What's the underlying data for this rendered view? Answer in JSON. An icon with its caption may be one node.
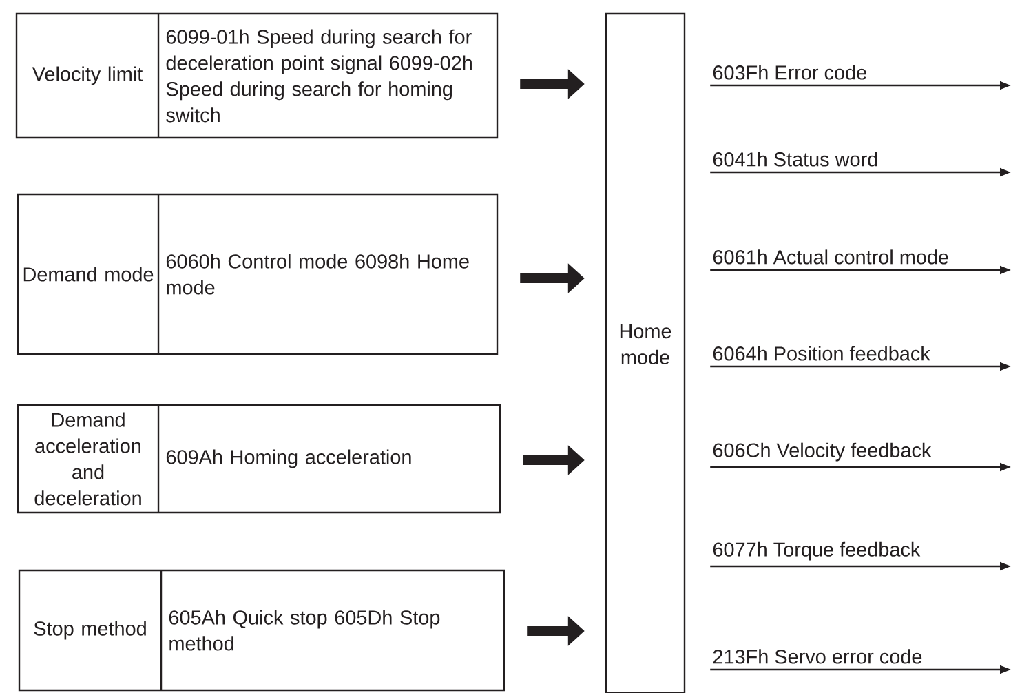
{
  "diagram": {
    "nodes": [
      {
        "text": [
          "Velocity limit",
          "6099-01h Speed during search for deceleration point signal 6099-02h Speed during search for homing switch"
        ]
      },
      {
        "text": [
          "Demand mode",
          "6060h Control mode 6098h Home mode"
        ]
      },
      {
        "text": [
          "Demand acceleration and deceleration",
          "609Ah Homing acceleration"
        ]
      },
      {
        "text": [
          "Stop method",
          "605Ah Quick stop 605Dh Stop method"
        ]
      },
      {
        "text": [
          "Home mode"
        ]
      }
    ],
    "edges": [
      {
        "from": 0,
        "to": 4,
        "arrow": "to",
        "style": "thick"
      },
      {
        "from": 1,
        "to": 4,
        "arrow": "to",
        "style": "thick"
      },
      {
        "from": 2,
        "to": 4,
        "arrow": "to",
        "style": "thick"
      },
      {
        "from": 3,
        "to": 4,
        "arrow": "to",
        "style": "thick"
      },
      {
        "from": 4,
        "to": null,
        "arrow": "to",
        "label": "603Fh Error code"
      },
      {
        "from": 4,
        "to": null,
        "arrow": "to",
        "label": "6041h Status word"
      },
      {
        "from": 4,
        "to": null,
        "arrow": "to",
        "label": "6061h Actual control mode"
      },
      {
        "from": 4,
        "to": null,
        "arrow": "to",
        "label": "6064h Position feedback"
      },
      {
        "from": 4,
        "to": null,
        "arrow": "to",
        "label": "606Ch Velocity feedback"
      },
      {
        "from": 4,
        "to": null,
        "arrow": "to",
        "label": "6077h Torque feedback"
      },
      {
        "from": 4,
        "to": null,
        "arrow": "to",
        "label": "213Fh Servo error code"
      }
    ]
  }
}
